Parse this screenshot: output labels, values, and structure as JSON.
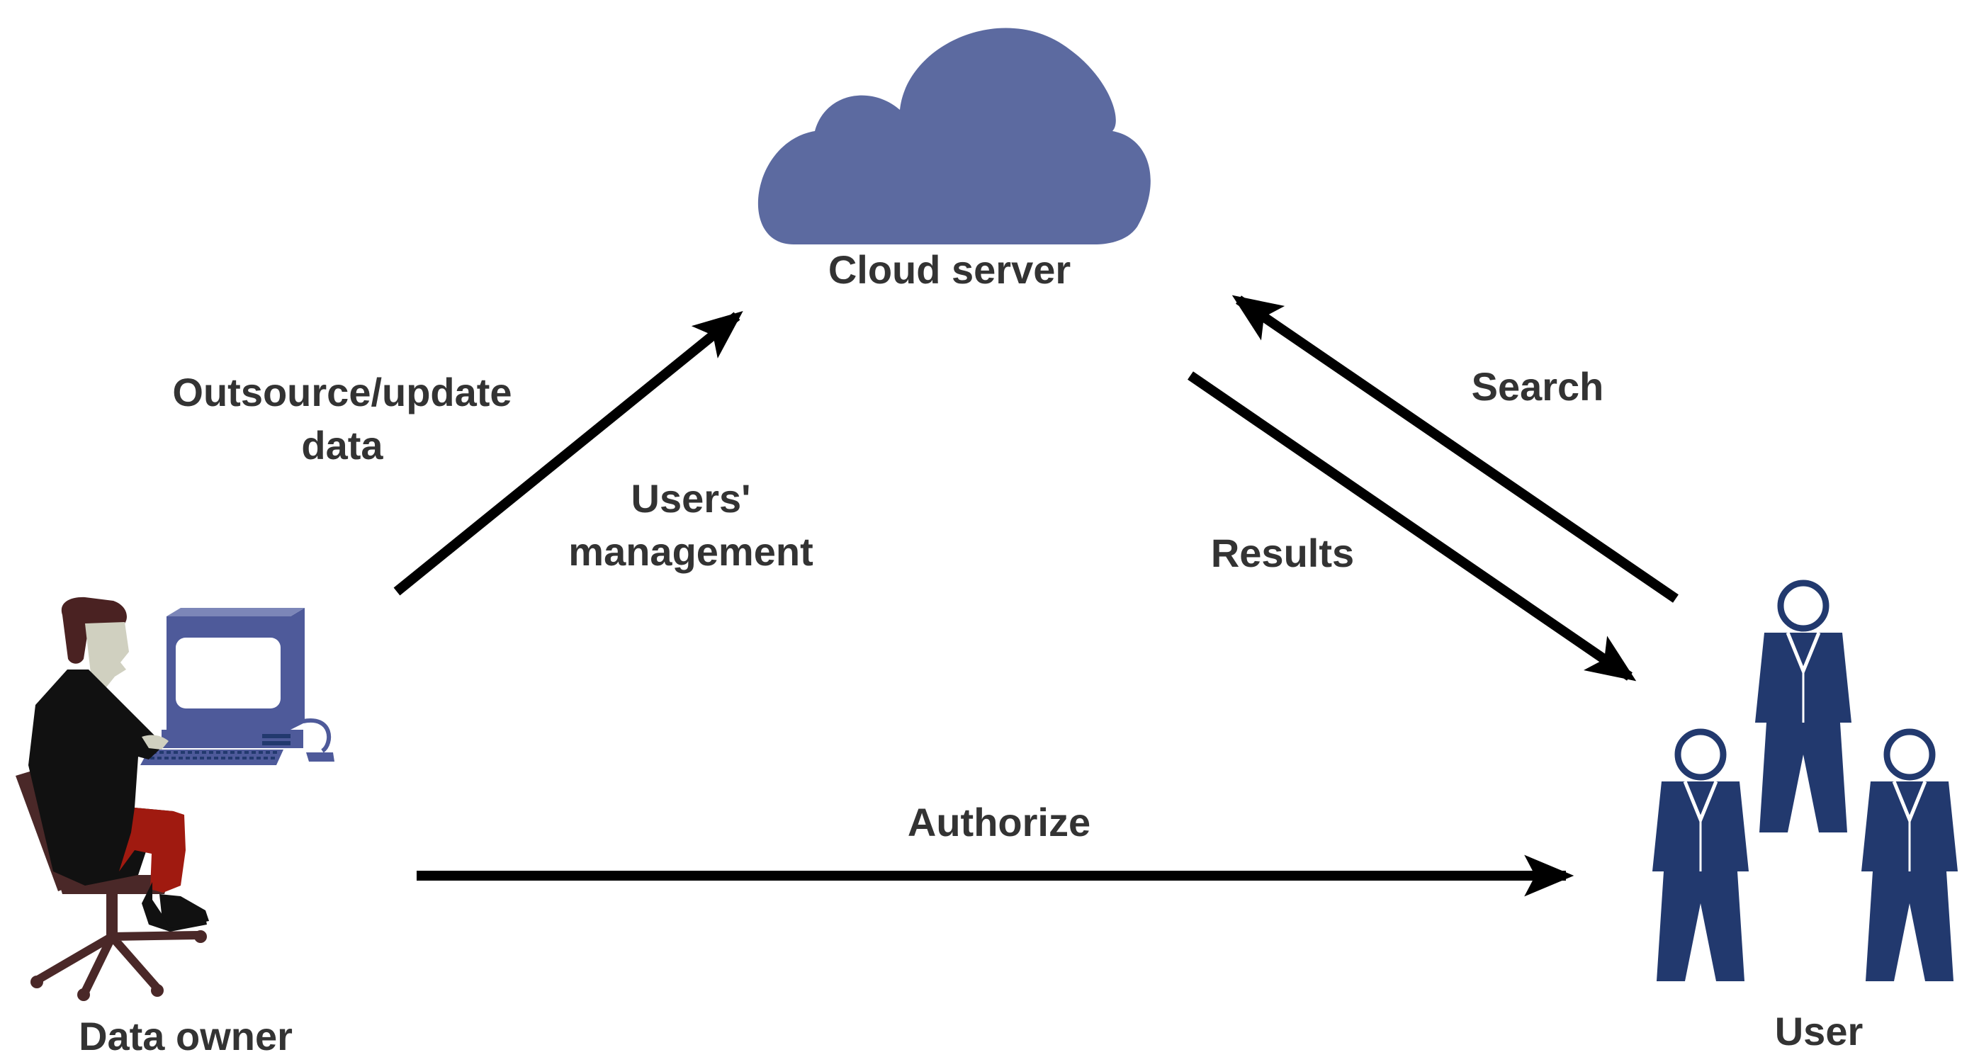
{
  "nodes": {
    "cloud_server": "Cloud server",
    "data_owner": "Data owner",
    "user": "User"
  },
  "edges": {
    "outsource": [
      "Outsource/update",
      "data"
    ],
    "users_management": [
      "Users'",
      "management"
    ],
    "search": "Search",
    "results": "Results",
    "authorize": "Authorize"
  },
  "colors": {
    "cloud": "#5c6aa0",
    "user_figures": "#22396e",
    "arrows": "#000000",
    "text": "#333333",
    "owner_coat": "#111111",
    "owner_pants": "#a01a10",
    "owner_hair": "#4a2222",
    "computer": "#4e5a9a",
    "chair": "#4a2828"
  }
}
